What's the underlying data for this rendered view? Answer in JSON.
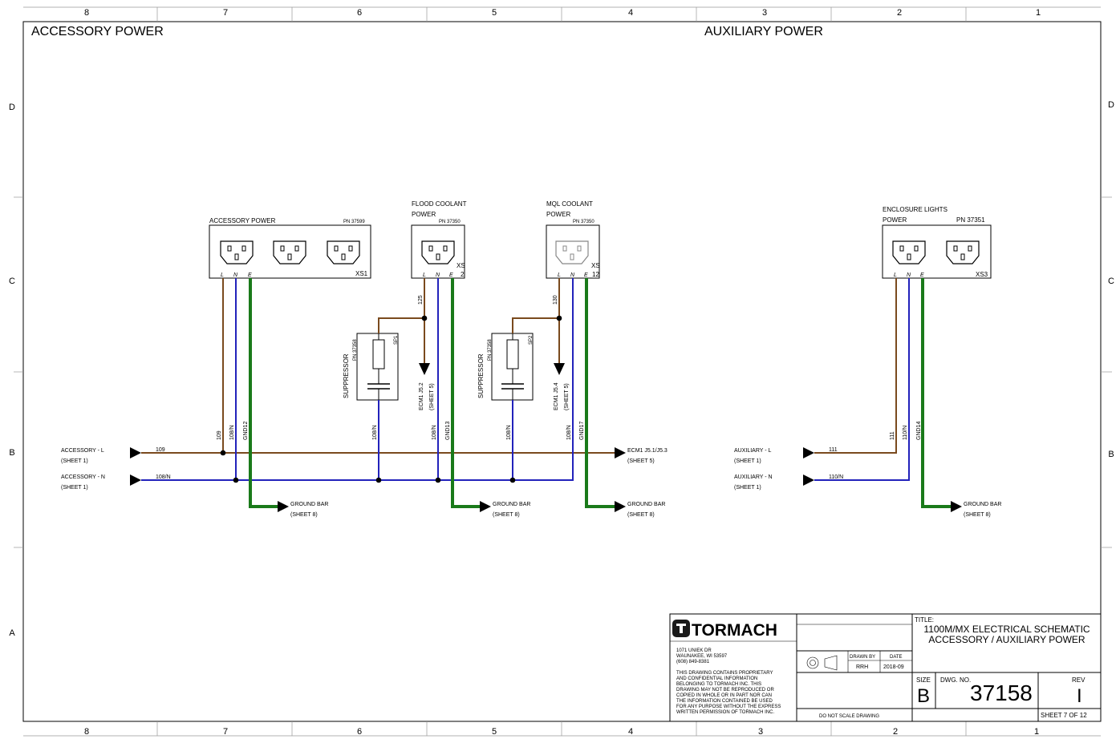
{
  "zones": {
    "columns": [
      "8",
      "7",
      "6",
      "5",
      "4",
      "3",
      "2",
      "1"
    ],
    "rows": [
      "D",
      "C",
      "B",
      "A"
    ]
  },
  "headings": {
    "left": "ACCESSORY POWER",
    "right": "AUXILIARY POWER"
  },
  "receptacles": {
    "acc": {
      "label": "ACCESSORY POWER",
      "pn": "PN 37599",
      "ref": "XS1"
    },
    "flood": {
      "label1": "FLOOD COOLANT",
      "label2": "POWER",
      "pn": "PN 37350",
      "ref1": "XS",
      "ref2": "2"
    },
    "mql": {
      "label1": "MQL COOLANT",
      "label2": "POWER",
      "pn": "PN 37350",
      "ref1": "XS",
      "ref2": "12"
    },
    "enc": {
      "label1": "ENCLOSURE LIGHTS",
      "label2": "POWER",
      "pn": "PN 37351",
      "ref": "XS3"
    },
    "pins": {
      "l": "L",
      "n": "N",
      "e": "E"
    }
  },
  "suppressors": {
    "label": "SUPPRESSOR",
    "pn": "PN 37358",
    "ref1": "SP1",
    "ref2": "SP2"
  },
  "wires": {
    "w109": "109",
    "w108n": "108/N",
    "w125": "125",
    "w130": "130",
    "w111": "111",
    "w110n": "110/N",
    "gnd12": "GND12",
    "gnd13": "GND13",
    "gnd17": "GND17",
    "gnd14": "GND14"
  },
  "connectors": {
    "ecm_flood1": "ECM1 J5.2",
    "ecm_flood2": "(SHEET 5)",
    "ecm_mql1": "ECM1 J5.4",
    "ecm_mql2": "(SHEET 5)",
    "ecm_out1": "ECM1 J5.1/J5.3",
    "ecm_out2": "(SHEET 5)",
    "acc_l1": "ACCESSORY - L",
    "acc_l2": "(SHEET 1)",
    "acc_n1": "ACCESSORY - N",
    "acc_n2": "(SHEET 1)",
    "aux_l1": "AUXILIARY - L",
    "aux_l2": "(SHEET 1)",
    "aux_n1": "AUXILIARY - N",
    "aux_n2": "(SHEET 1)",
    "ground1": "GROUND BAR",
    "ground2": "(SHEET 8)"
  },
  "titleblock": {
    "logo": "TORMACH",
    "addr1": "1071 UNIEK DR",
    "addr2": "WAUNAKEE, WI 53597",
    "addr3": "(608) 849-8381",
    "notice": [
      "THIS DRAWING CONTAINS PROPRIETARY",
      "AND CONFIDENTIAL INFORMATION",
      "BELONGING TO TORMACH INC. THIS",
      "DRAWING MAY NOT BE REPRODUCED OR",
      "COPIED IN WHOLE OR IN PART NOR CAN",
      "THE INFORMATION CONTAINED BE USED",
      "FOR ANY PURPOSE WITHOUT THE EXPRESS",
      "WRITTEN PERMISSION OF TORMACH INC."
    ],
    "drawn_by_label": "DRAWN BY",
    "date_label": "DATE",
    "drawn_by": "RRH",
    "date": "2018-09",
    "title_label": "TITLE:",
    "title1": "1100M/MX ELECTRICAL SCHEMATIC",
    "title2": "ACCESSORY / AUXILIARY POWER",
    "size_label": "SIZE",
    "size": "B",
    "dwg_label": "DWG.  NO.",
    "dwg_no": "37158",
    "rev_label": "REV",
    "rev": "I",
    "scale_note": "DO NOT SCALE DRAWING",
    "sheet": "SHEET 7 OF 12"
  }
}
